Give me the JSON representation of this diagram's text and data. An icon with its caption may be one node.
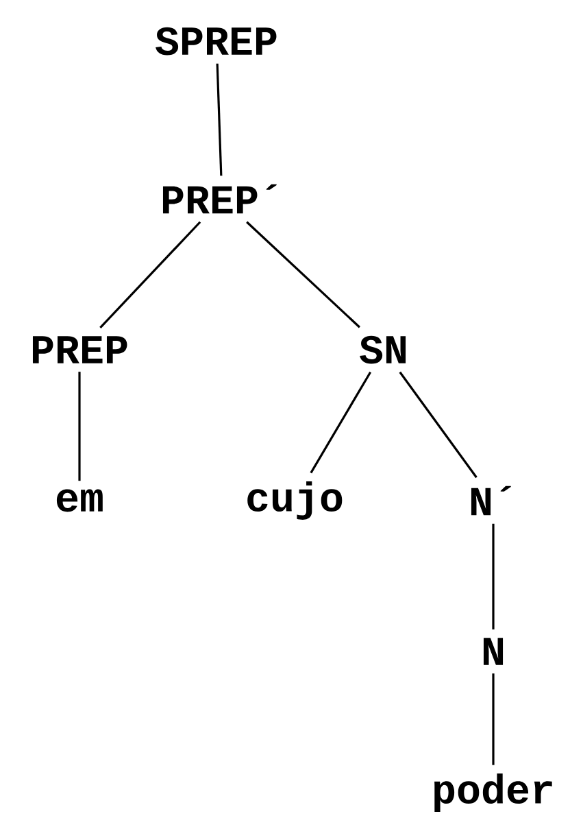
{
  "diagram": {
    "nodes": [
      {
        "text": [
          "SPREP"
        ]
      },
      {
        "text": [
          "PREP´"
        ]
      },
      {
        "text": [
          "PREP"
        ]
      },
      {
        "text": [
          "SN"
        ]
      },
      {
        "text": [
          "em"
        ]
      },
      {
        "text": [
          "cujo"
        ]
      },
      {
        "text": [
          "N´"
        ]
      },
      {
        "text": [
          "N"
        ]
      },
      {
        "text": [
          "poder"
        ]
      }
    ],
    "edges": [
      {
        "from": 0,
        "to": 1,
        "arrow": "none"
      },
      {
        "from": 1,
        "to": 2,
        "arrow": "none"
      },
      {
        "from": 1,
        "to": 3,
        "arrow": "none"
      },
      {
        "from": 2,
        "to": 4,
        "arrow": "none"
      },
      {
        "from": 3,
        "to": 5,
        "arrow": "none"
      },
      {
        "from": 3,
        "to": 6,
        "arrow": "none"
      },
      {
        "from": 6,
        "to": 7,
        "arrow": "none"
      },
      {
        "from": 7,
        "to": 8,
        "arrow": "none"
      }
    ]
  }
}
